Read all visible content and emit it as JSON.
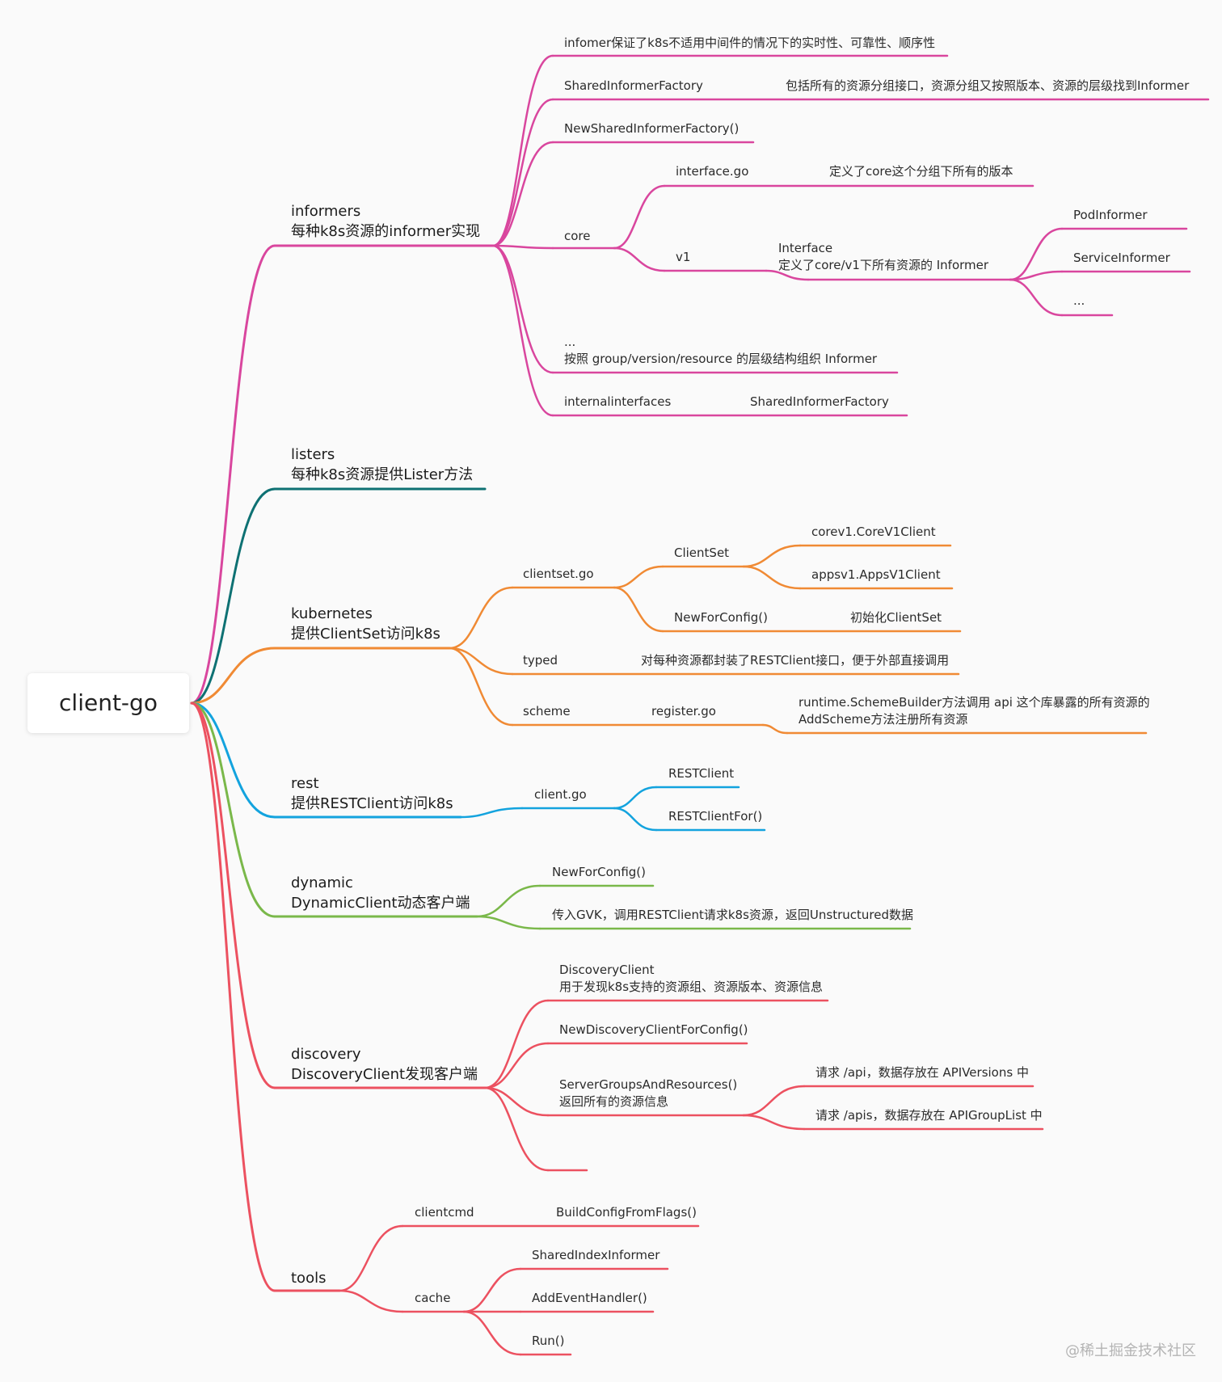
{
  "colors": {
    "informers": "#d9469e",
    "listers": "#0e7173",
    "kubernetes": "#f08a34",
    "rest": "#13a3de",
    "dynamic": "#7ab84a",
    "discovery": "#ec5160",
    "tools": "#ec5160"
  },
  "root": {
    "label": "client-go"
  },
  "watermark": "@稀土掘金技术社区",
  "branches": {
    "informers": {
      "line1": "informers",
      "line2": "每种k8s资源的informer实现",
      "guarantee": "infomer保证了k8s不适用中间件的情况下的实时性、可靠性、顺序性",
      "shared_factory": "SharedInformerFactory",
      "shared_factory_desc": "包括所有的资源分组接口，资源分组又按照版本、资源的层级找到Informer",
      "new_shared_factory": "NewSharedInformerFactory()",
      "core": "core",
      "interface_go": "interface.go",
      "interface_go_desc": "定义了core这个分组下所有的版本",
      "v1": "v1",
      "interface_line1": "Interface",
      "interface_line2": "定义了core/v1下所有资源的 Informer",
      "pod_informer": "PodInformer",
      "service_informer": "ServiceInformer",
      "v1_more": "...",
      "more_line1": "...",
      "more_line2": "按照 group/version/resource 的层级结构组织 Informer",
      "internalinterfaces": "internalinterfaces",
      "internal_factory": "SharedInformerFactory"
    },
    "listers": {
      "line1": "listers",
      "line2": "每种k8s资源提供Lister方法"
    },
    "kubernetes": {
      "line1": "kubernetes",
      "line2": "提供ClientSet访问k8s",
      "clientset_go": "clientset.go",
      "clientset": "ClientSet",
      "corev1": "corev1.CoreV1Client",
      "appsv1": "appsv1.AppsV1Client",
      "new_for_config": "NewForConfig()",
      "new_for_config_desc": "初始化ClientSet",
      "typed": "typed",
      "typed_desc": "对每种资源都封装了RESTClient接口，便于外部直接调用",
      "scheme": "scheme",
      "register_go": "register.go",
      "register_line1": "runtime.SchemeBuilder方法调用 api 这个库暴露的所有资源的",
      "register_line2": "AddScheme方法注册所有资源"
    },
    "rest": {
      "line1": "rest",
      "line2": "提供RESTClient访问k8s",
      "client_go": "client.go",
      "rest_client": "RESTClient",
      "rest_client_for": "RESTClientFor()"
    },
    "dynamic": {
      "line1": "dynamic",
      "line2": "DynamicClient动态客户端",
      "new_for_config": "NewForConfig()",
      "desc": "传入GVK，调用RESTClient请求k8s资源，返回Unstructured数据"
    },
    "discovery": {
      "line1": "discovery",
      "line2": "DiscoveryClient发现客户端",
      "dc_line1": "DiscoveryClient",
      "dc_line2": "用于发现k8s支持的资源组、资源版本、资源信息",
      "new_dc": "NewDiscoveryClientForConfig()",
      "sgr_line1": "ServerGroupsAndResources()",
      "sgr_line2": "返回所有的资源信息",
      "api": "请求 /api，数据存放在 APIVersions 中",
      "apis": "请求 /apis，数据存放在 APIGroupList 中"
    },
    "tools": {
      "line1": "tools",
      "clientcmd": "clientcmd",
      "build_config": "BuildConfigFromFlags()",
      "cache": "cache",
      "shared_index": "SharedIndexInformer",
      "add_event": "AddEventHandler()",
      "run": "Run()"
    }
  }
}
